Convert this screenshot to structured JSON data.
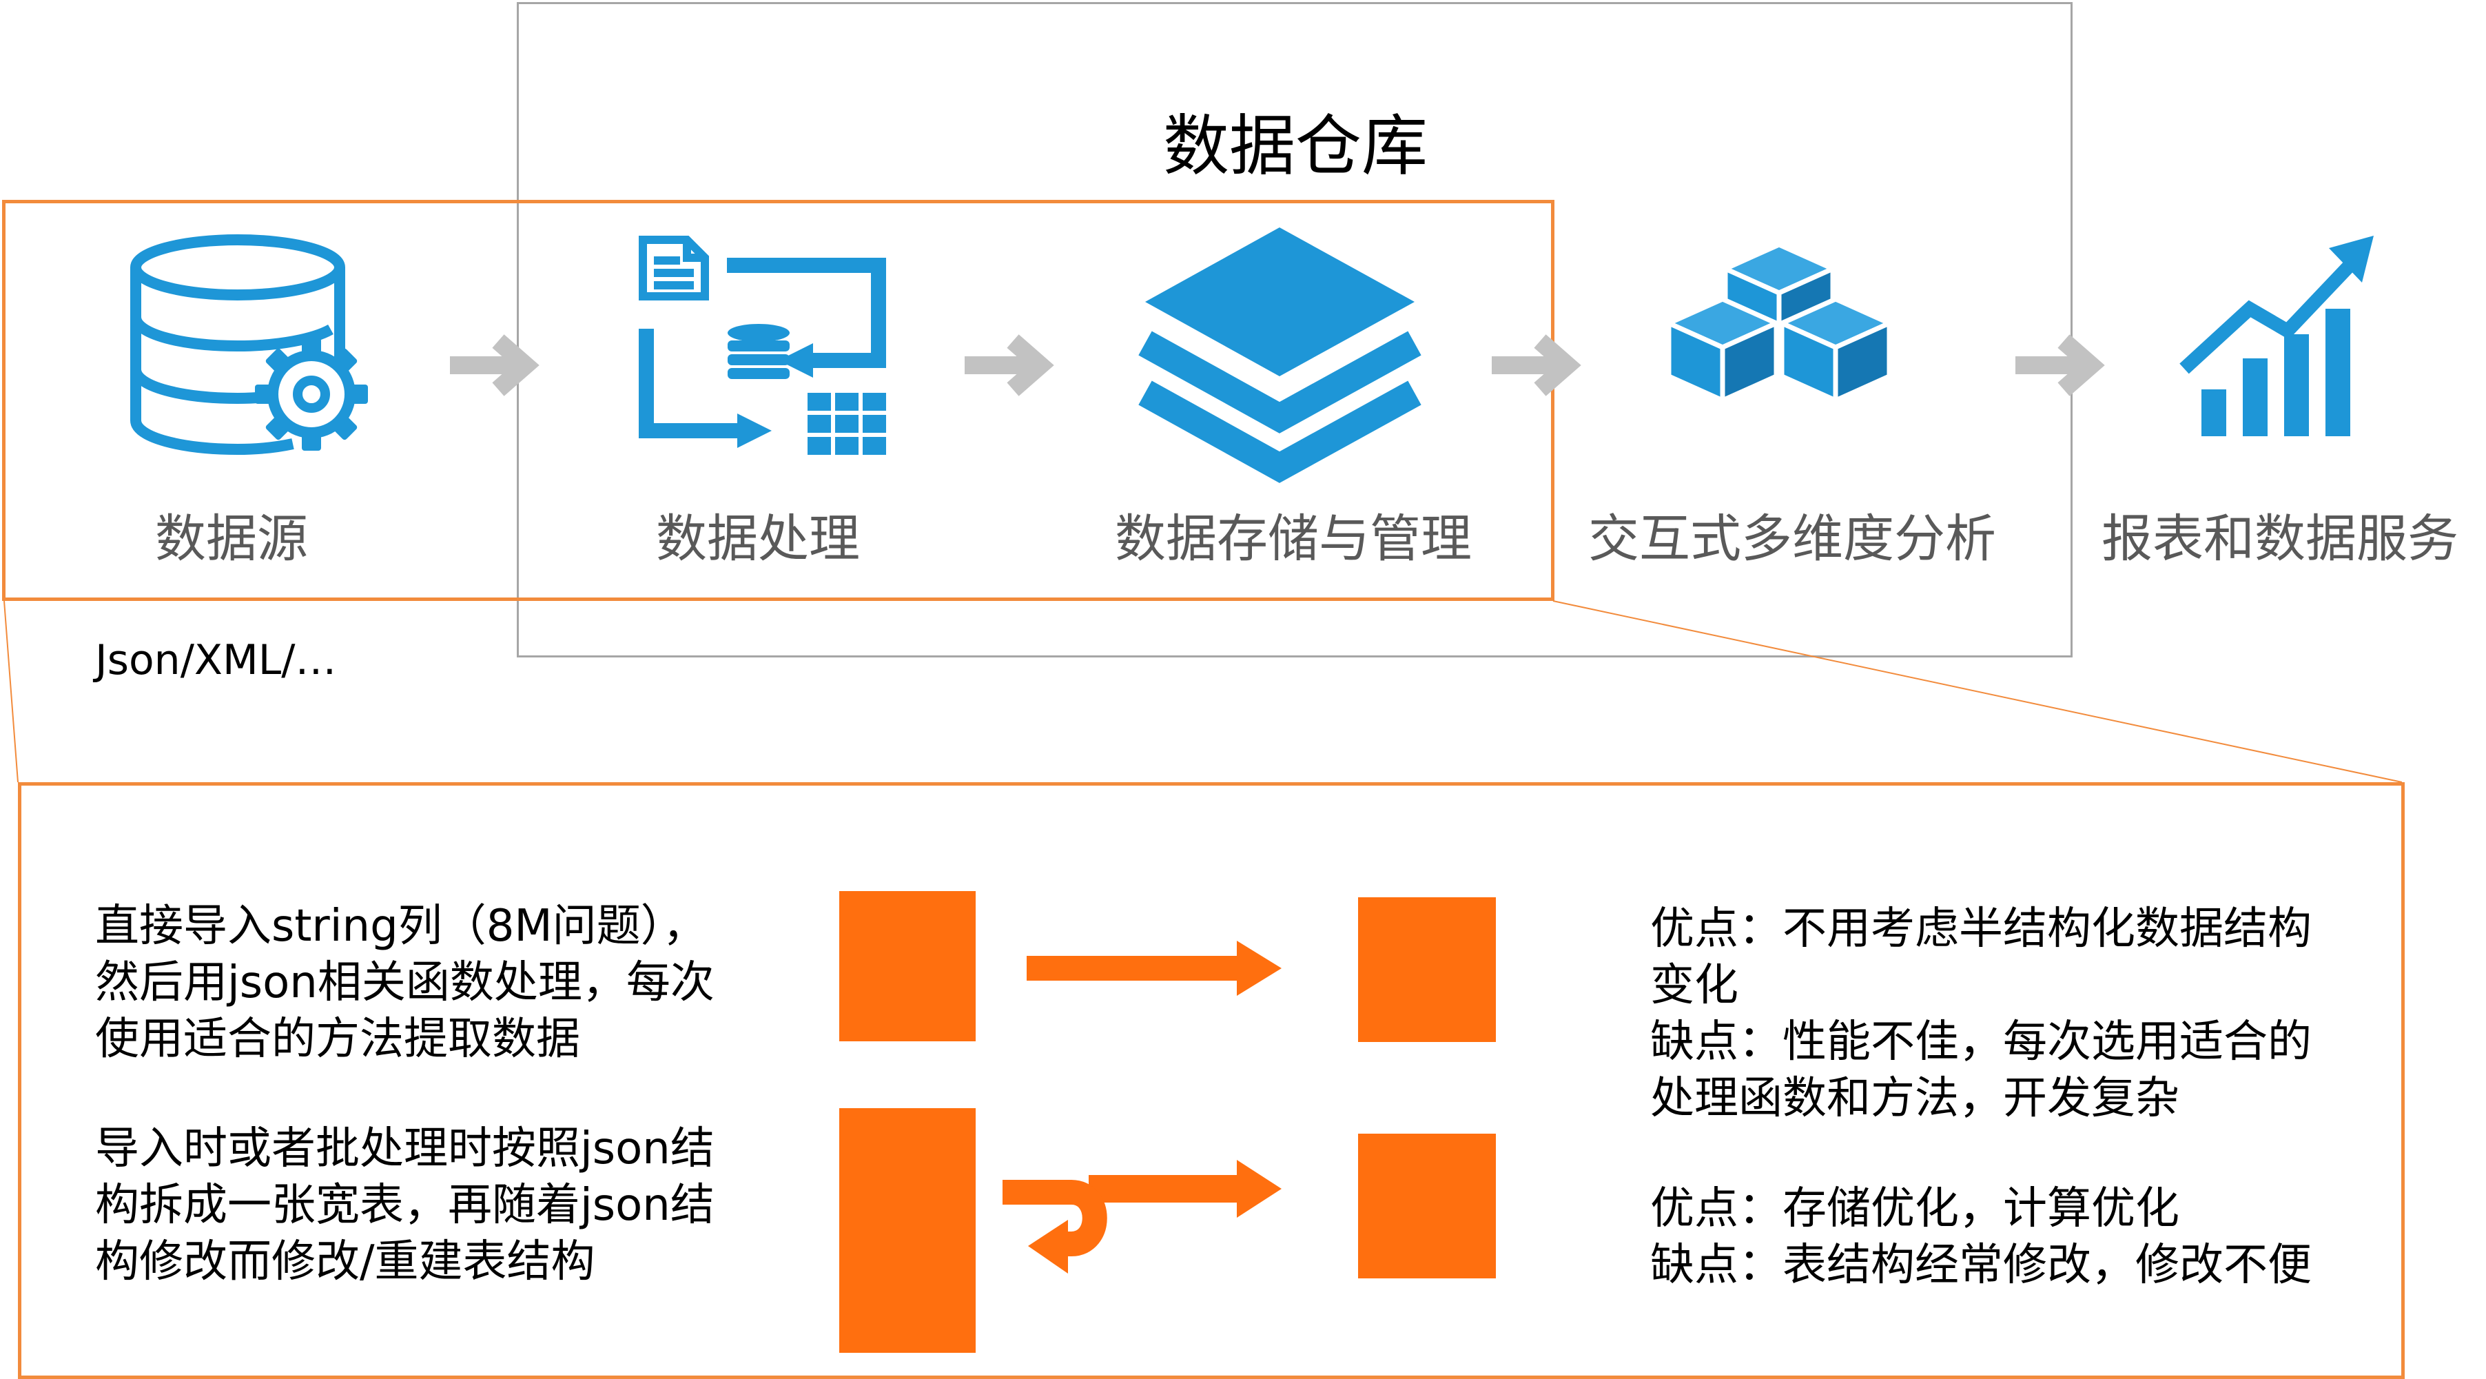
{
  "warehouse": {
    "title": "数据仓库"
  },
  "pipeline": {
    "stages": [
      {
        "label": "数据源",
        "icon": "database-gear-icon"
      },
      {
        "label": "数据处理",
        "icon": "data-processing-icon"
      },
      {
        "label": "数据存储与管理",
        "icon": "layers-icon"
      },
      {
        "label": "交互式多维度分析",
        "icon": "cubes-icon"
      },
      {
        "label": "报表和数据服务",
        "icon": "bar-chart-trend-icon"
      }
    ],
    "source_formats": "Json/XML/…"
  },
  "detail": {
    "approach1": {
      "text": "直接导入string列（8M问题），\n然后用json相关函数处理，每次\n使用适合的方法提取数据",
      "notes": "优点：不用考虑半结构化数据结构\n变化\n缺点：性能不佳，每次选用适合的\n处理函数和方法，开发复杂"
    },
    "approach2": {
      "text": "导入时或者批处理时按照json结\n构拆成一张宽表，再随着json结\n构修改而修改/重建表结构",
      "notes": "优点：存储优化，计算优化\n缺点：表结构经常修改，修改不便"
    }
  },
  "colors": {
    "accent_blue": "#1e96d7",
    "highlight_orange": "#f28b3c",
    "block_orange": "#ff6f0f",
    "arrow_gray": "#c2c2c2",
    "label_gray": "#595959"
  }
}
